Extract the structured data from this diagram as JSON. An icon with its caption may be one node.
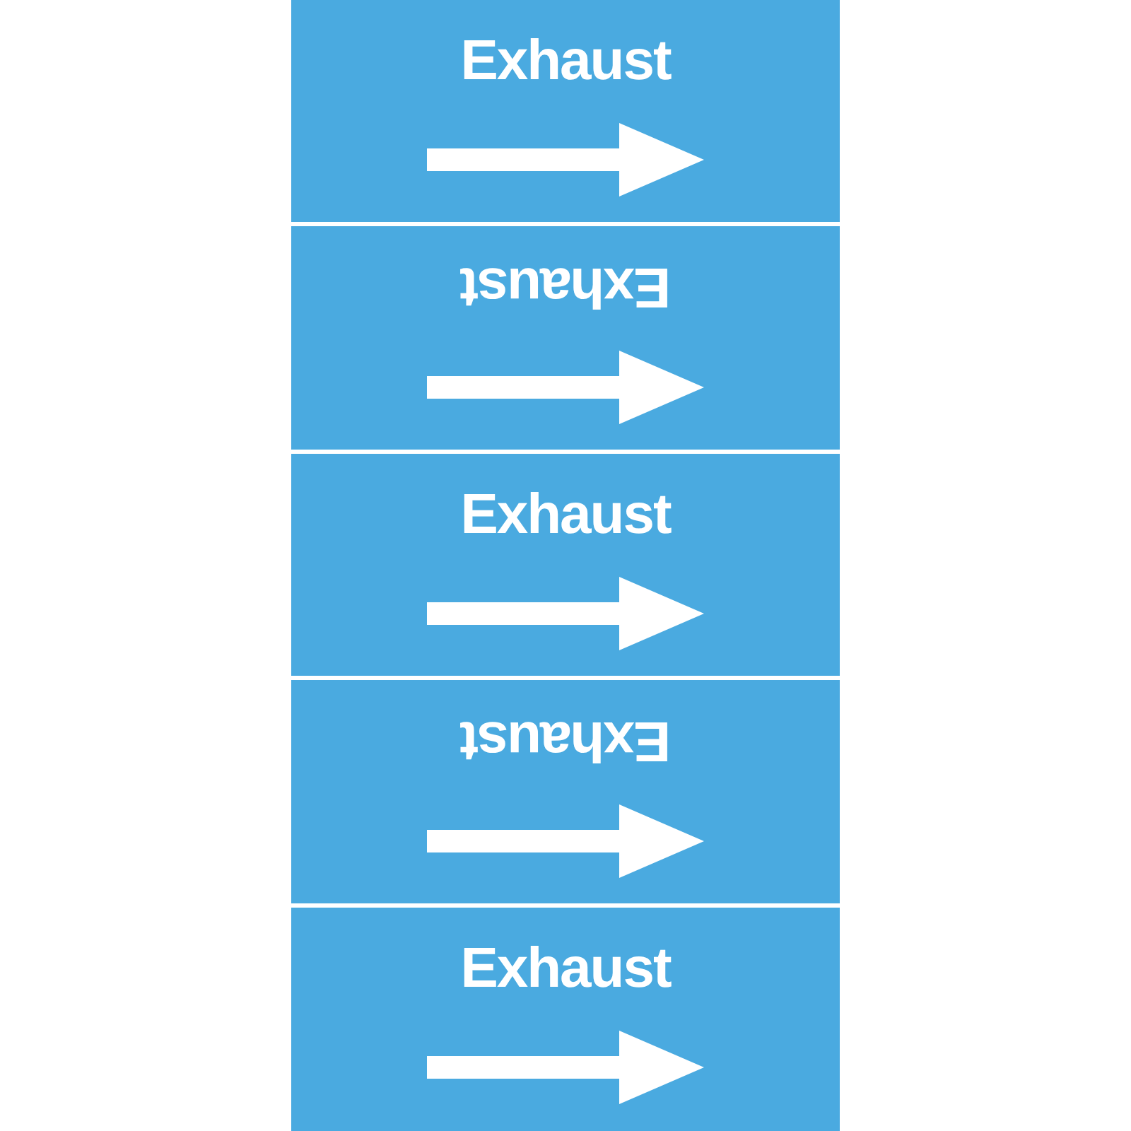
{
  "diagram": {
    "nodes": [
      {
        "text": [
          "Exhaust"
        ]
      },
      {
        "text": [
          "Exhaust"
        ]
      },
      {
        "text": [
          "Exhaust"
        ]
      },
      {
        "text": [
          "Exhaust"
        ]
      },
      {
        "text": [
          "Exhaust"
        ]
      }
    ]
  }
}
